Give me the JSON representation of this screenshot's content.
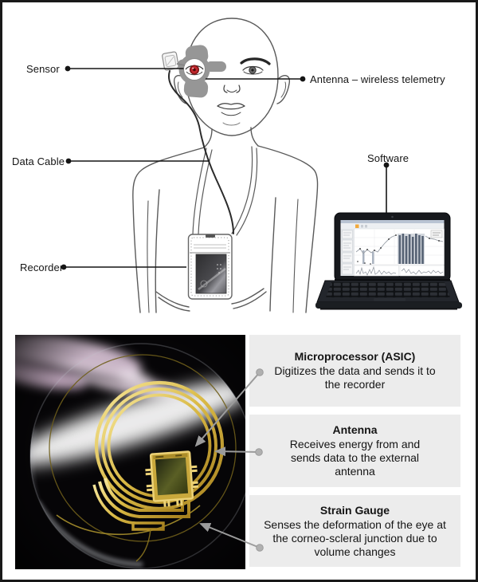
{
  "labels": {
    "sensor": "Sensor",
    "antenna": "Antenna – wireless telemetry",
    "data_cable": "Data Cable",
    "recorder": "Recorder",
    "software": "Software"
  },
  "callouts": [
    {
      "title": "Microprocessor (ASIC)",
      "description": "Digitizes the data and sends it to the recorder"
    },
    {
      "title": "Antenna",
      "description": "Receives energy from and sends data to the external antenna"
    },
    {
      "title": "Strain Gauge",
      "description": "Senses the deformation of the eye at the corneo-scleral junction due to volume changes"
    }
  ],
  "colors": {
    "frame_border": "#191919",
    "callout_box_bg": "#ececec",
    "callout_line_gray": "#9b9b9b",
    "sensor_red": "#c1272d",
    "patch_gray": "#969696",
    "lens_gold": "#d9b945",
    "photo_background": "#060507",
    "drawing_line": "#5a5a5a"
  }
}
